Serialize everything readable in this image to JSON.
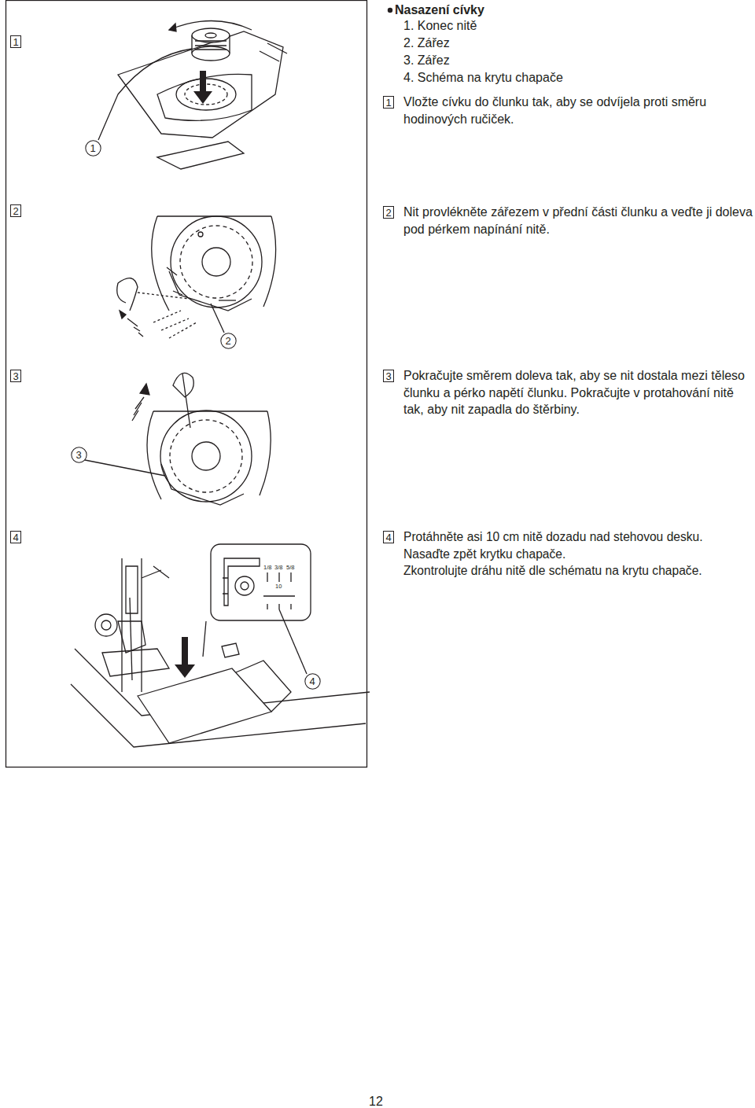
{
  "diagram": {
    "title": "Nasazení cívky",
    "nodes": [
      {
        "text": [
          "1"
        ]
      },
      {
        "text": [
          "1"
        ]
      },
      {
        "text": [
          "1"
        ]
      },
      {
        "text": [
          "2"
        ]
      },
      {
        "text": [
          "2"
        ]
      },
      {
        "text": [
          "2"
        ]
      },
      {
        "text": [
          "3"
        ]
      },
      {
        "text": [
          "3"
        ]
      },
      {
        "text": [
          "3"
        ]
      },
      {
        "text": [
          "4"
        ]
      },
      {
        "text": [
          "4"
        ]
      },
      {
        "text": [
          "4"
        ]
      }
    ],
    "labels": [
      "1. Konec nitě",
      "2. Zářez",
      "3. Zářez",
      "4. Schéma na krytu chapače",
      "Vložte cívku do člunku tak, aby se odvíjela proti směru hodinových ručiček.",
      "Nit provlékněte zářezem v přední části člunku a veďte ji doleva pod pérkem napínání nitě.",
      "Pokračujte směrem doleva tak, aby se nit dostala mezi těleso člunku a pérko napětí člunku. Pokračujte v protahování nitě tak, aby nit zapadla do štěrbiny.",
      "Protáhněte asi 10 cm nitě dozadu nad stehovou desku.",
      "Nasaďte zpět krytku chapače.",
      "Zkontrolujte dráhu nitě dle schématu na krytu chapače.",
      "1/8",
      "3/8",
      "5/8",
      "10",
      "12"
    ]
  }
}
